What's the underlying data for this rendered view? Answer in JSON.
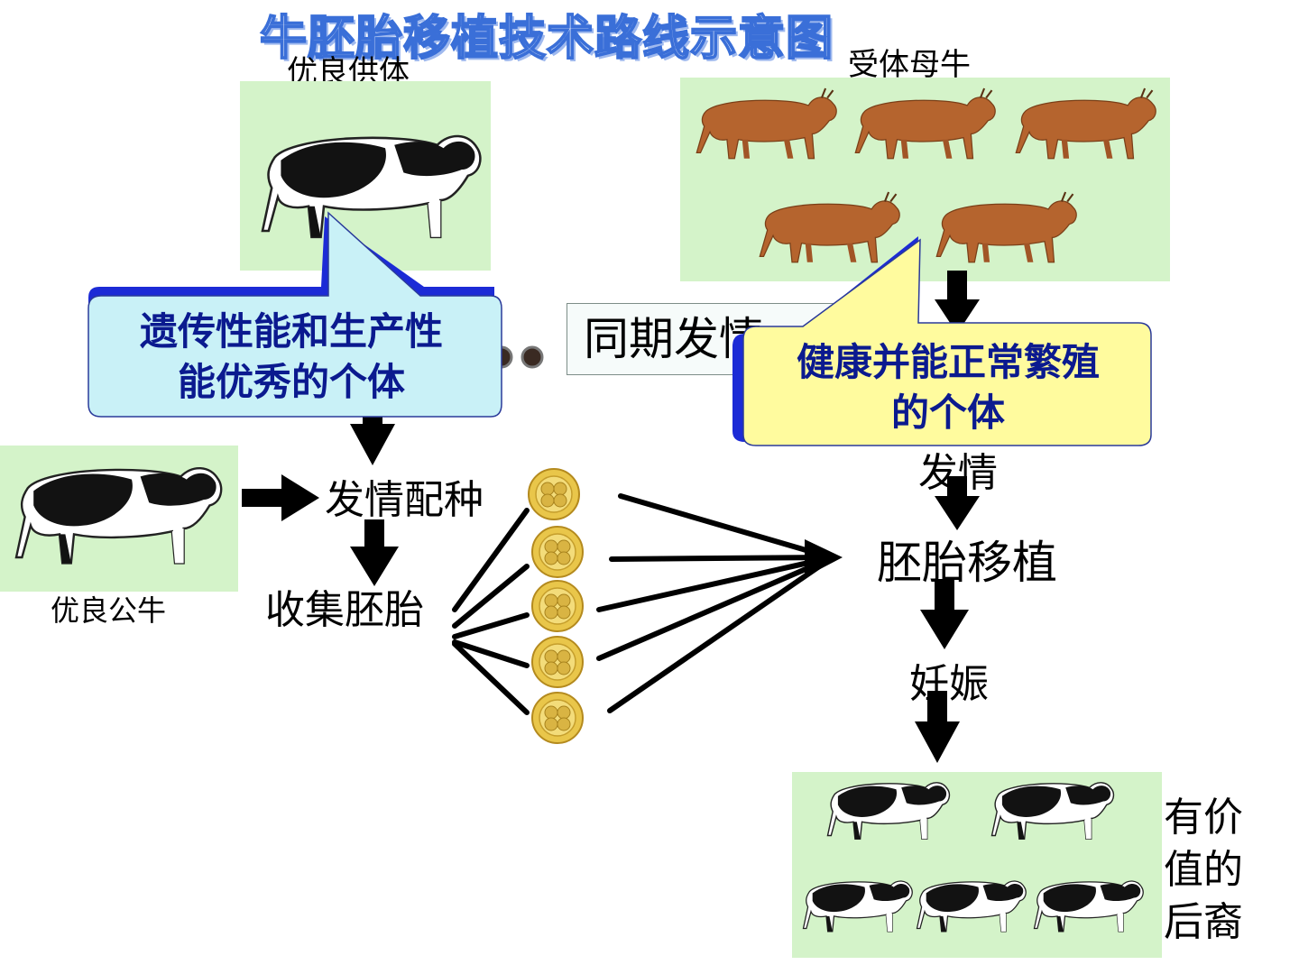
{
  "title": "牛胚胎移植技术路线示意图",
  "labels": {
    "donor": "优良供体",
    "recipient": "受体母牛",
    "sire": "优良公牛",
    "estrus_mating": "发情配种",
    "collect_embryo": "收集胚胎",
    "sync_estrus": "同期发情",
    "estrus": "发情",
    "embryo_transfer": "胚胎移植",
    "pregnancy": "妊娠",
    "offspring_line1": "有价",
    "offspring_line2": "值的",
    "offspring_line3": "后裔"
  },
  "callouts": {
    "donor_line1": "遗传性能和生产性",
    "donor_line2": "能优秀的个体",
    "recipient_line1": "健康并能正常繁殖",
    "recipient_line2": "的个体"
  },
  "colors": {
    "panel": "#d4f3c9",
    "callout_left": "#c9f1f7",
    "callout_right": "#fffb9e",
    "callout_shadow": "#1c2bd6",
    "callout_text": "#0b1a8f",
    "title_outline": "#3a6fd8",
    "holstein_black": "#121212",
    "red_cow": "#b5642e",
    "embryo": "#e9c64a"
  },
  "icons": [
    "cow-holstein-icon",
    "cow-red-icon",
    "embryo-icon",
    "arrow-down-icon",
    "arrow-right-icon"
  ]
}
